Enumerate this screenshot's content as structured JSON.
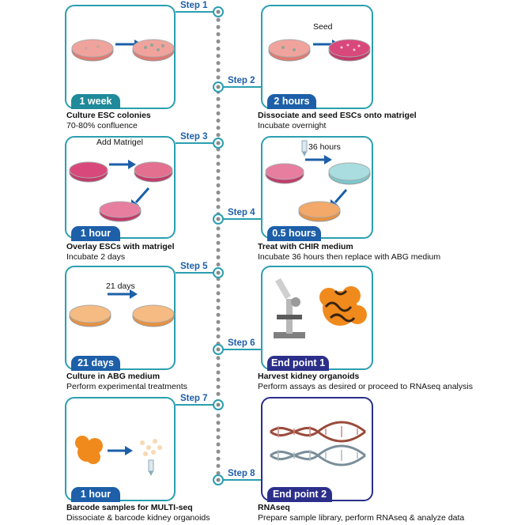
{
  "steps": [
    "Step 1",
    "Step 2",
    "Step 3",
    "Step 4",
    "Step 5",
    "Step 6",
    "Step 7",
    "Step 8"
  ],
  "panels": [
    {
      "badge": "1 week",
      "title": "Culture ESC colonies",
      "subtitle": "70-80% confluence"
    },
    {
      "badge": "2 hours",
      "title": "Dissociate and seed ESCs onto matrigel",
      "subtitle": "Incubate overnight",
      "annotation": "Seed"
    },
    {
      "badge": "1 hour",
      "title": "Overlay ESCs with matrigel",
      "subtitle": "Incubate 2 days",
      "annotation": "Add Matrigel"
    },
    {
      "badge": "0.5 hours",
      "title": "Treat with CHIR medium",
      "subtitle": "Incubate 36 hours then replace with ABG medium",
      "annotation": "36 hours"
    },
    {
      "badge": "21 days",
      "title": "Culture in ABG medium",
      "subtitle": "Perform experimental treatments",
      "annotation": "21 days"
    },
    {
      "badge": "End point 1",
      "title": "Harvest kidney organoids",
      "subtitle": "Perform assays as desired or proceed to RNAseq analysis"
    },
    {
      "badge": "1 hour",
      "title": "Barcode samples for MULTI-seq",
      "subtitle": "Dissociate & barcode kidney organoids"
    },
    {
      "badge": "End point 2",
      "title": "RNAseq",
      "subtitle": "Prepare sample library, perform RNAseq & analyze data"
    }
  ],
  "colors": {
    "teal": "#2a9fb0",
    "blue": "#1d5fa8",
    "purple": "#2c2f8a",
    "dish_red": "#e07a72",
    "dish_pink": "#d9487a",
    "dish_cyan": "#a9dde0",
    "dish_orange": "#f2a96a",
    "organoid": "#f08a1c"
  }
}
